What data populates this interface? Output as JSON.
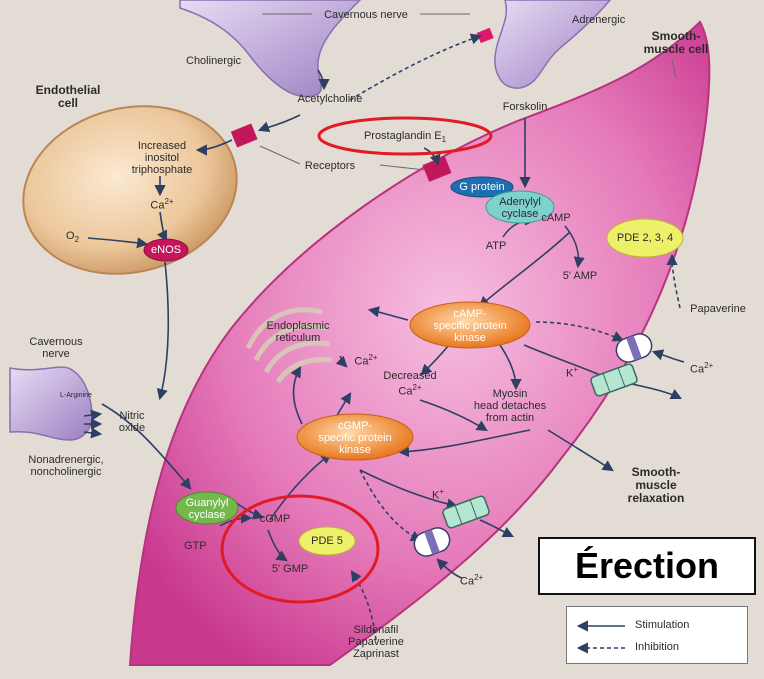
{
  "nerves": {
    "cavernous_top": "Cavernous nerve",
    "cholinergic": "Cholinergic",
    "adrenergic": "Adrenergic",
    "cavernous_left": [
      "Cavernous",
      "nerve"
    ],
    "nanc": [
      "Nonadrenergic,",
      "noncholinergic"
    ],
    "l_arginine": "L-Arginine"
  },
  "cells": {
    "endothelial": [
      "Endothelial",
      "cell"
    ],
    "smooth_muscle": [
      "Smooth-",
      "muscle cell"
    ]
  },
  "molecules": {
    "acetylcholine": "Acetylcholine",
    "prostaglandin": "Prostaglandin E",
    "prostaglandin_sub": "1",
    "receptors": "Receptors",
    "forskolin": "Forskolin",
    "inositol": [
      "Increased",
      "inositol",
      "triphosphate"
    ],
    "ca_endo": "Ca",
    "ca_sup": "2+",
    "o2": "O",
    "o2_sub": "2",
    "camp": "cAMP",
    "atp": "ATP",
    "amp5": "5' AMP",
    "papaverine": "Papaverine",
    "er": [
      "Endoplasmic",
      "reticulum"
    ],
    "ca_er": "Ca",
    "decreased_ca": [
      "Decreased",
      "Ca"
    ],
    "myosin": [
      "Myosin",
      "head detaches",
      "from actin"
    ],
    "relaxation": [
      "Smooth-",
      "muscle",
      "relaxation"
    ],
    "k_upper": "K",
    "k_lower": "K",
    "k_sup": "+",
    "ca_right": "Ca",
    "ca_bottom": "Ca",
    "nitric_oxide": [
      "Nitric",
      "oxide"
    ],
    "gtp": "GTP",
    "cgmp": "cGMP",
    "gmp5": "5' GMP",
    "inhibitors": [
      "Sildenafil",
      "Papaverine",
      "Zaprinast"
    ]
  },
  "enzymes": {
    "enos": "eNOS",
    "g_protein": "G protein",
    "adenylyl": [
      "Adenylyl",
      "cyclase"
    ],
    "pde234": "PDE 2, 3, 4",
    "camp_kinase": [
      "cAMP-",
      "specific protein",
      "kinase"
    ],
    "cgmp_kinase": [
      "cGMP-",
      "specific protein",
      "kinase"
    ],
    "guanylyl": [
      "Guanylyl",
      "cyclase"
    ],
    "pde5": "PDE 5"
  },
  "title": "Érection",
  "legend": {
    "stimulation": "Stimulation",
    "inhibition": "Inhibition"
  },
  "colors": {
    "background": "#e3dcd4",
    "muscle_cell": "#d7509f",
    "endothelial_cell": "#e8c49a",
    "nerve": "#a98fc9",
    "receptor": "#c2185b",
    "enos": "#c2185b",
    "g_protein": "#1e6fb0",
    "adenylyl": "#7fd1cf",
    "pde": "#eef06a",
    "kinase": "#ef8a2d",
    "guanylyl": "#74b84b",
    "highlight_ring": "#e01b24",
    "arrow": "#2d3f63"
  }
}
